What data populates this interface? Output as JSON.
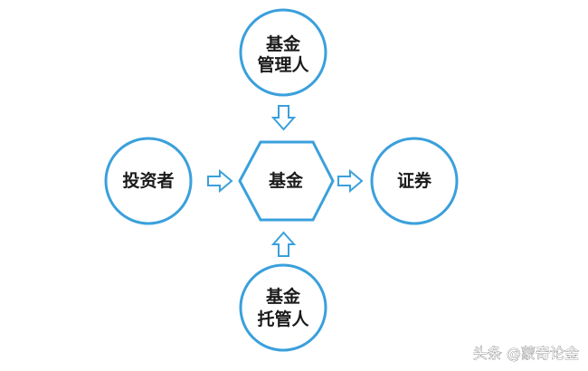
{
  "diagram": {
    "nodes": {
      "manager": {
        "lines": [
          "基金",
          "管理人"
        ]
      },
      "investor": {
        "lines": [
          "投资者"
        ]
      },
      "fund": {
        "lines": [
          "基金"
        ]
      },
      "securities": {
        "lines": [
          "证券"
        ]
      },
      "custodian": {
        "lines": [
          "基金",
          "托管人"
        ]
      }
    },
    "colors": {
      "node_border": "#3aa0dc",
      "arrow_border": "#3aa0dc",
      "node_fill": "#ffffff",
      "text": "#1a1a1a"
    }
  },
  "watermark": {
    "text": "头条 @蒙奇论金"
  }
}
